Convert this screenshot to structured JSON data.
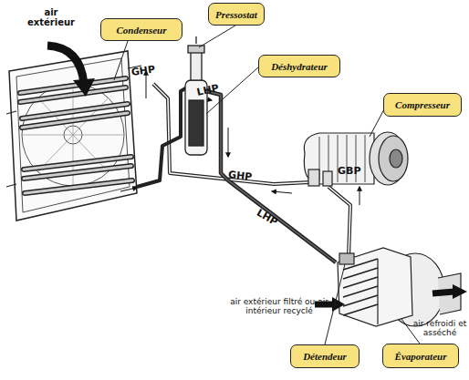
{
  "diagram": {
    "nodes": [
      {
        "text": [
          "Condenseur"
        ]
      },
      {
        "text": [
          "Pressostat"
        ]
      },
      {
        "text": [
          "Déshydrateur"
        ]
      },
      {
        "text": [
          "Compresseur"
        ]
      },
      {
        "text": [
          "Détendeur"
        ]
      },
      {
        "text": [
          "Évaporateur"
        ]
      }
    ],
    "labels": [
      "air extérieur",
      "GHP",
      "LHP",
      "GHP",
      "GBP",
      "LHP",
      "air extérieur filtré ou air intérieur recyclé",
      "air refroidi et asséché"
    ]
  }
}
